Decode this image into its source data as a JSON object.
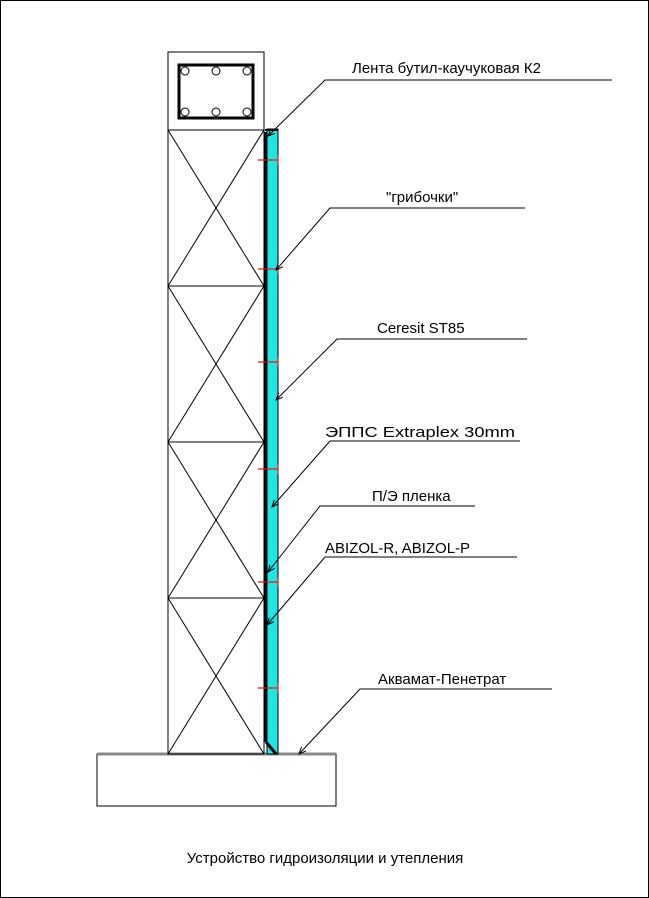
{
  "drawing": {
    "caption": "Устройство гидроизоляции и утепления",
    "callouts": [
      {
        "id": "lenta",
        "text": "Лента бутил-каучуковая К2"
      },
      {
        "id": "gribochki",
        "text": "\"грибочки\""
      },
      {
        "id": "ceresit",
        "text": "Ceresit ST85"
      },
      {
        "id": "epps",
        "text": "ЭППС Extraplex 30mm"
      },
      {
        "id": "pe",
        "text": "П/Э пленка"
      },
      {
        "id": "abizol",
        "text": "ABIZOL-R, ABIZOL-P"
      },
      {
        "id": "akvamat",
        "text": "Аквамат-Пенетрат"
      }
    ],
    "colors": {
      "insulation": "#1ee6e6",
      "anchor": "#e01818",
      "line": "#000000",
      "ground": "#888888"
    }
  }
}
